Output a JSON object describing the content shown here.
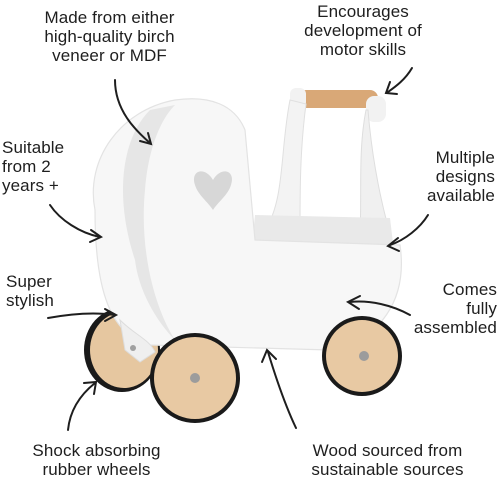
{
  "annotations": {
    "materials": "Made from either\nhigh-quality birch\nveneer or MDF",
    "motor_skills": "Encourages\ndevelopment of\nmotor skills",
    "age": "Suitable\nfrom 2\nyears +",
    "designs": "Multiple\ndesigns\navailable",
    "stylish": "Super\nstylish",
    "assembled": "Comes\nfully\nassembled",
    "wheels": "Shock absorbing\nrubber wheels",
    "wood": "Wood sourced from\nsustainable sources"
  },
  "colors": {
    "body": "#f7f7f7",
    "shadow": "#dcdcdc",
    "wood": "#e8c9a3",
    "wood_dark": "#c9a37a",
    "rubber": "#1a1a1a",
    "handle": "#d9a877"
  }
}
